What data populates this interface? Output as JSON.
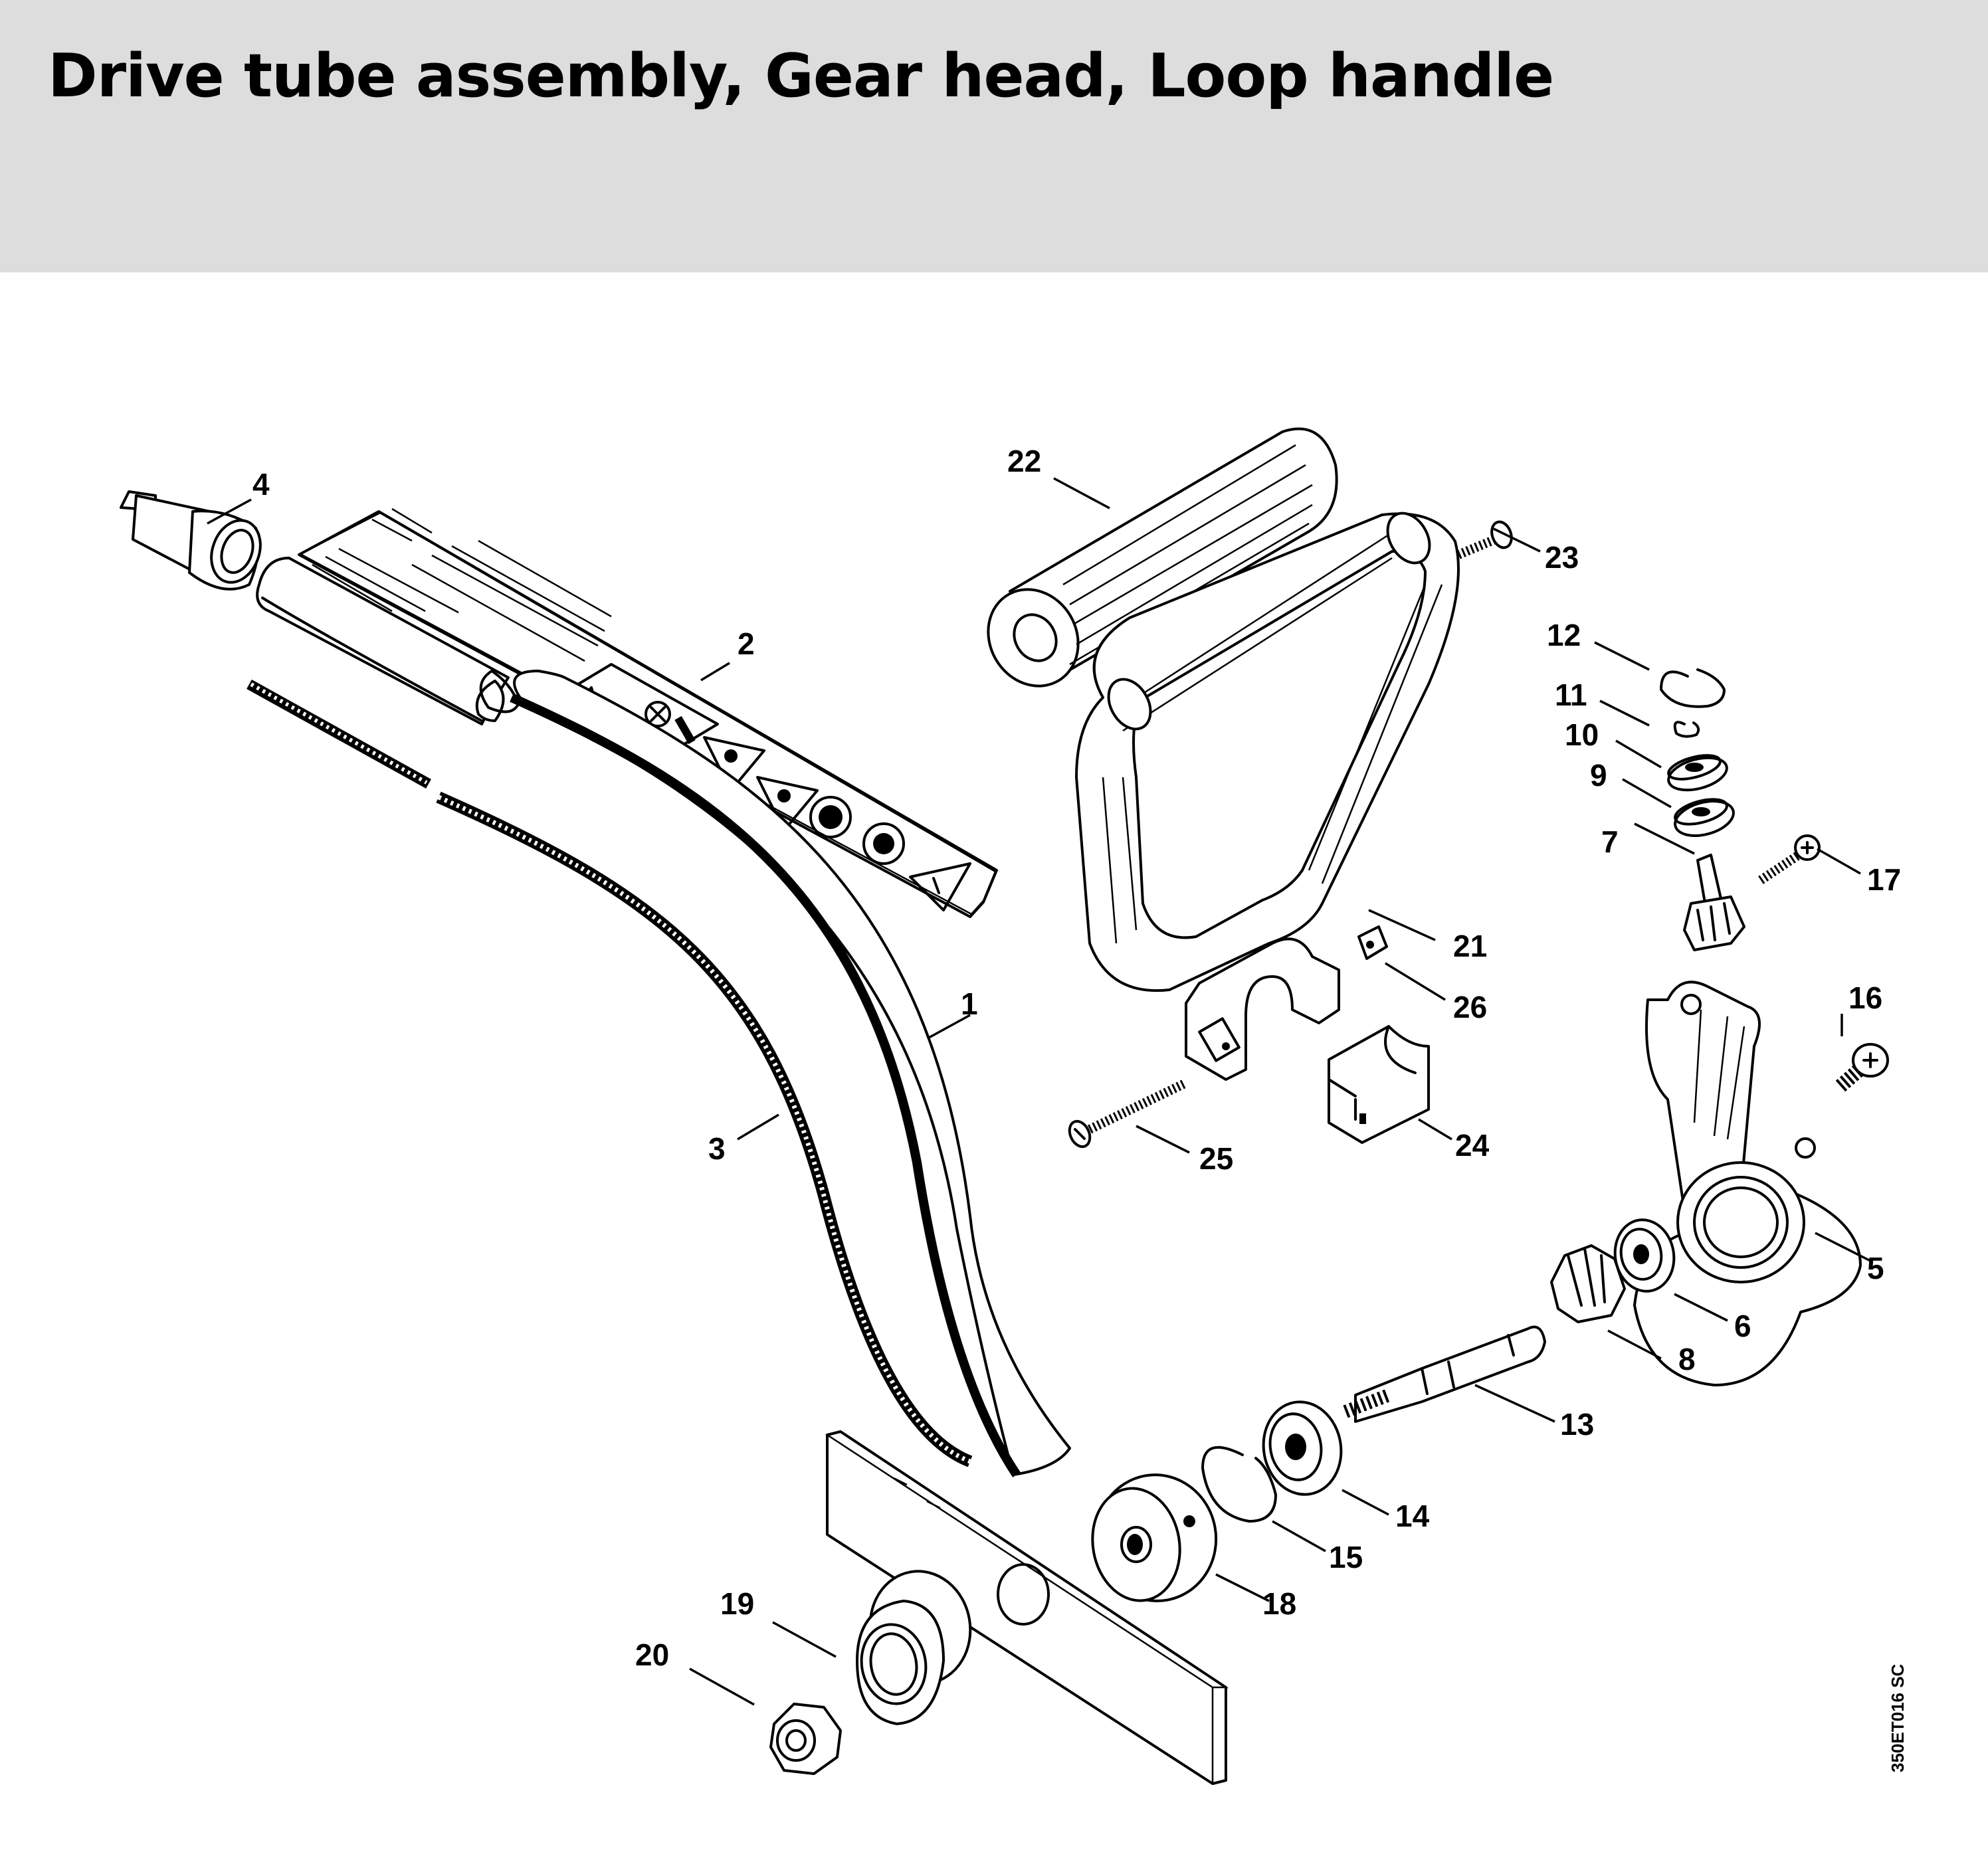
{
  "header": {
    "title": "Drive tube assembly, Gear head, Loop handle"
  },
  "diagram": {
    "ref_code": "350ET016 SC",
    "parts": [
      {
        "label": "1"
      },
      {
        "label": "2"
      },
      {
        "label": "3"
      },
      {
        "label": "4"
      },
      {
        "label": "5"
      },
      {
        "label": "6"
      },
      {
        "label": "7"
      },
      {
        "label": "8"
      },
      {
        "label": "9"
      },
      {
        "label": "10"
      },
      {
        "label": "11"
      },
      {
        "label": "12"
      },
      {
        "label": "13"
      },
      {
        "label": "14"
      },
      {
        "label": "15"
      },
      {
        "label": "16"
      },
      {
        "label": "17"
      },
      {
        "label": "18"
      },
      {
        "label": "19"
      },
      {
        "label": "20"
      },
      {
        "label": "21"
      },
      {
        "label": "22"
      },
      {
        "label": "23"
      },
      {
        "label": "24"
      },
      {
        "label": "25"
      },
      {
        "label": "26"
      }
    ]
  },
  "colors": {
    "header_background": "#dcdddc",
    "line": "#000000",
    "fill": "#ffffff"
  }
}
